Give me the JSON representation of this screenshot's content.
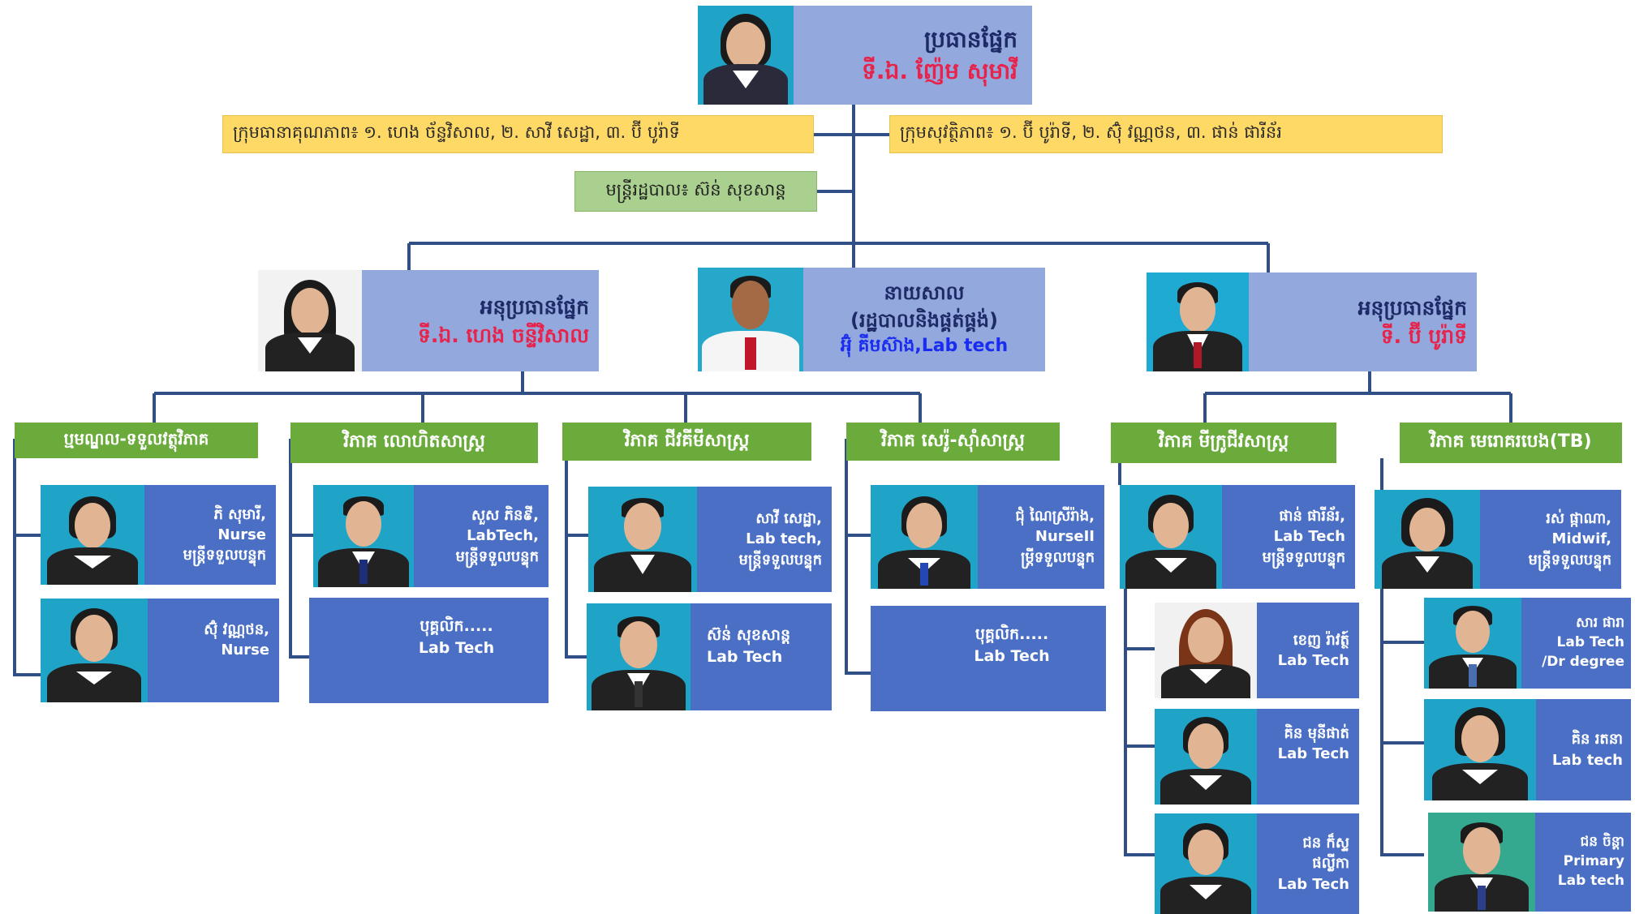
{
  "head": {
    "title": "ប្រធានផ្នែក",
    "name": "ទី.ឯ. ញ៉ែម សុមាវី"
  },
  "quality_team": "ក្រុមធានាគុណភាព៖ ១. ហេង ច័ន្ទវិសាល, ២. សាវី សេដ្ឋា, ៣. ប៊ី បូរ៉ាទី",
  "safety_team": "ក្រុមសុវត្ថិភាព៖ ១. ប៊ី បូរ៉ាទី, ២. ស៊ុំ វណ្ណថន, ៣. ផាន់ ផារីន័រ",
  "admin_officer": "មន្ត្រីរដ្ឋបាល៖ ស៊ន់ សុខសាន្ត",
  "deputies": {
    "left": {
      "title": "អនុប្រធានផ្នែក",
      "name": "ទី.ឯ. ហេង ចន្ទីវិសាល"
    },
    "center": {
      "title": "នាយសាល",
      "subtitle": "(រដ្ឋបាលនិងផ្គត់ផ្គង់)",
      "name": "អ៊ុំ គីមស៊ាង,Lab tech"
    },
    "right": {
      "title": "អនុប្រធានផ្នែក",
      "name": "ទី. ប៊ី បូរ៉ាទី"
    }
  },
  "departments": [
    {
      "label": "ប្មមណ្ឌល-ទទួលវត្ថុវិភាគ"
    },
    {
      "label": "វិភាគ លោហិតសាស្ត្រ"
    },
    {
      "label": "វិភាគ ជីវគីមីសាស្ត្រ"
    },
    {
      "label": "វិភាគ សេរ៉ូ-ស៊ាំសាស្ត្រ"
    },
    {
      "label": "វិភាគ មីក្រូជីវសាស្ត្រ"
    },
    {
      "label": "វិភាគ មេរោគរបេង(TB)"
    }
  ],
  "staff": {
    "d1": [
      {
        "l1": "ភិ សុមារី,",
        "l2": "Nurse",
        "l3": "មន្ត្រីទទួលបន្ទុក"
      },
      {
        "l1": "ស៊ុំ វណ្ណថន,",
        "l2": "Nurse"
      }
    ],
    "d2": [
      {
        "l1": "សួស ភិន៩ី,",
        "l2": "LabTech,",
        "l3": "មន្ត្រីទទួលបន្ទុក"
      },
      {
        "l1": "បុគ្គលិក.....",
        "l2": "Lab Tech"
      }
    ],
    "d3": [
      {
        "l1": "សាវី សេដ្ឋា,",
        "l2": "Lab tech,",
        "l3": "មន្ត្រីទទួលបន្ទុក"
      },
      {
        "l1": "ស៊ន់ សុខសាន្ត",
        "l2": "Lab Tech"
      }
    ],
    "d4": [
      {
        "l1": "ជុំ ណៃស្រីរ៉ាង,",
        "l2": "NurseII",
        "l3": "ម្ត្រីទទួលបន្ទុក"
      },
      {
        "l1": "បុគ្គលិក.....",
        "l2": "Lab Tech"
      }
    ],
    "d5": [
      {
        "l1": "ផាន់ ផារីន័រ,",
        "l2": "Lab Tech",
        "l3": "មន្ត្រីទទួលបន្ទុក"
      },
      {
        "l1": "ខេញ រ៉ាវត្ថ៍",
        "l2": "Lab Tech"
      },
      {
        "l1": "គិន មុនីផាត់",
        "l2": "Lab Tech"
      },
      {
        "l1": "ជន ក៏ស្ទ",
        "l2": "ផល្លីកា",
        "l3": "Lab Tech"
      }
    ],
    "d6": [
      {
        "l1": "រស់ ផ្កាណា,",
        "l2": "Midwif,",
        "l3": "មន្ត្រីទទួលបន្ទុក"
      },
      {
        "l1": "សារ ផារា",
        "l2": "Lab Tech",
        "l3": "/Dr degree"
      },
      {
        "l1": "គិន រតនា",
        "l2": "Lab tech"
      },
      {
        "l1": "ជន ចិន្តា",
        "l2": "Primary",
        "l3": "Lab tech"
      }
    ]
  }
}
